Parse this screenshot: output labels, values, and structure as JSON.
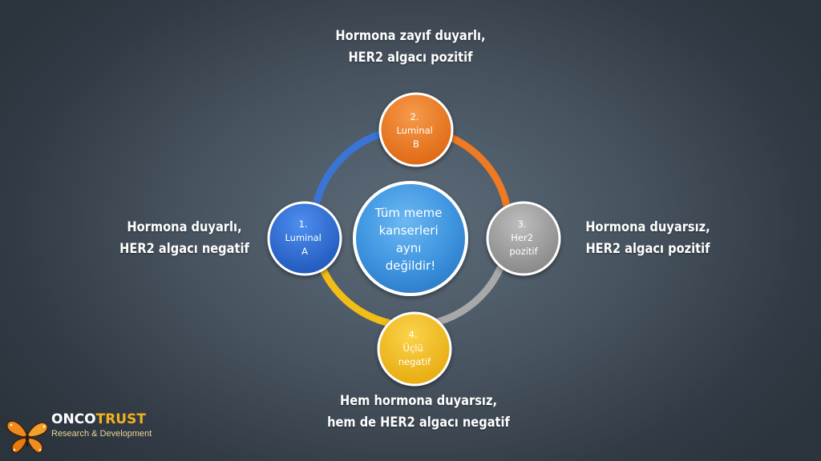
{
  "center": {
    "lines": [
      "Tüm meme",
      "kanserleri",
      "aynı",
      "değildir!"
    ]
  },
  "nodes": [
    {
      "id": "luminal-a",
      "lines": [
        "1.",
        "Luminal",
        "A"
      ],
      "color": "#2f6fd6"
    },
    {
      "id": "luminal-b",
      "lines": [
        "2.",
        "Luminal",
        "B"
      ],
      "color": "#ee7a23"
    },
    {
      "id": "her2",
      "lines": [
        "3.",
        "Her2",
        "pozitif"
      ],
      "color": "#9b9b9b"
    },
    {
      "id": "triple-negative",
      "lines": [
        "4.",
        "Üçlü",
        "negatif"
      ],
      "color": "#f2bd17"
    }
  ],
  "captions": {
    "top": [
      "Hormona zayıf duyarlı,",
      "HER2 algacı pozitif"
    ],
    "left": [
      "Hormona duyarlı,",
      "HER2 algacı negatif"
    ],
    "right": [
      "Hormona duyarsız,",
      "HER2 algacı pozitif"
    ],
    "bottom": [
      "Hem hormona duyarsız,",
      "hem de HER2 algacı negatif"
    ]
  },
  "logo": {
    "brand_left": "ONCO",
    "brand_right": "TRUST",
    "tagline": "Research & Development"
  },
  "colors": {
    "center": "#4a9ee6",
    "luminal_a": "#2f6fd6",
    "luminal_b": "#ee7a23",
    "her2": "#9b9b9b",
    "triple_negative": "#f2bd17",
    "logo_accent": "#f3b21c"
  }
}
